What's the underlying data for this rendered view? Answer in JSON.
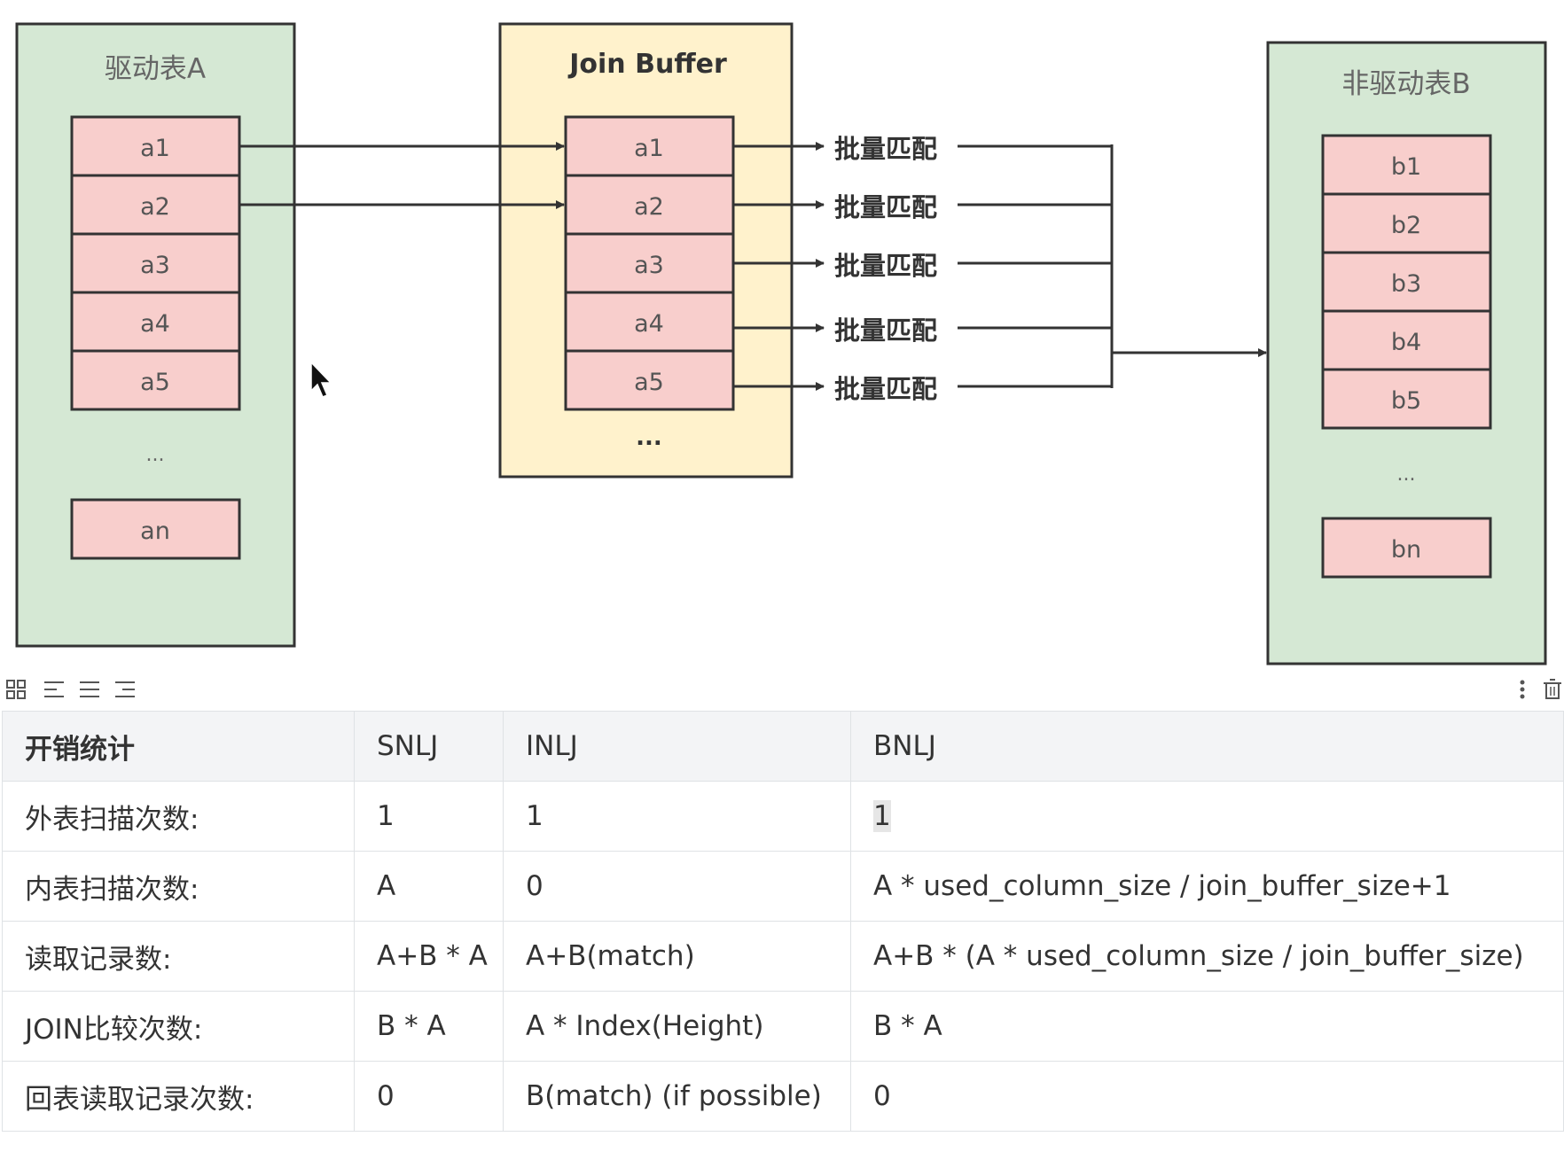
{
  "diagram": {
    "table_a": {
      "title": "驱动表A",
      "rows": [
        "a1",
        "a2",
        "a3",
        "a4",
        "a5"
      ],
      "ellipsis": "...",
      "last": "an"
    },
    "buffer": {
      "title": "Join Buffer",
      "rows": [
        "a1",
        "a2",
        "a3",
        "a4",
        "a5"
      ],
      "ellipsis": "..."
    },
    "table_b": {
      "title": "非驱动表B",
      "rows": [
        "b1",
        "b2",
        "b3",
        "b4",
        "b5"
      ],
      "ellipsis": "...",
      "last": "bn"
    },
    "match_label": "批量匹配",
    "colors": {
      "green_fill": "#d5e8d4",
      "yellow_fill": "#fff2cc",
      "pink_fill": "#f8cecc",
      "stroke": "#333333"
    }
  },
  "toolbar": {
    "icons": [
      "grid-icon",
      "align-left-icon",
      "align-center-icon",
      "align-right-icon",
      "more-icon",
      "delete-icon"
    ]
  },
  "cost_table": {
    "headers": [
      "开销统计",
      "SNLJ",
      "INLJ",
      "BNLJ"
    ],
    "rows": [
      [
        "外表扫描次数:",
        "1",
        "1",
        "1"
      ],
      [
        "内表扫描次数:",
        "A",
        "0",
        "A * used_column_size / join_buffer_size+1"
      ],
      [
        "读取记录数:",
        "A+B * A",
        "A+B(match)",
        "A+B * (A * used_column_size / join_buffer_size)"
      ],
      [
        "JOIN比较次数:",
        "B * A",
        "A * Index(Height)",
        "B * A"
      ],
      [
        "回表读取记录次数:",
        "0",
        "B(match) (if possible)",
        "0"
      ]
    ]
  }
}
